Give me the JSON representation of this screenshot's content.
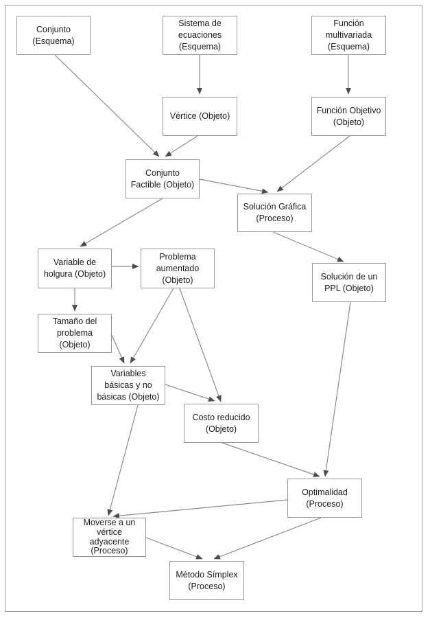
{
  "diagram": {
    "colors": {
      "background": "#ffffff",
      "frame_border": "#969696",
      "box_fill": "#ffffff",
      "box_border": "#979797",
      "connector": "#8a8a8a",
      "arrowhead": "#4d4d4d",
      "text": "#1c1c1c"
    },
    "nodes": {
      "conjunto": {
        "label": "Conjunto\n(Esquema)"
      },
      "sistema_ecuaciones": {
        "label": "Sistema de\necuaciones\n(Esquema)"
      },
      "funcion_multivariada": {
        "label": "Función\nmultivariada\n(Esquema)"
      },
      "vertice": {
        "label": "Vértice (Objeto)"
      },
      "funcion_objetivo": {
        "label": "Función Objetivo\n(Objeto)"
      },
      "conjunto_factible": {
        "label": "Conjunto\nFactible (Objeto)"
      },
      "solucion_grafica": {
        "label": "Solución Gráfica\n(Proceso)"
      },
      "variable_holgura": {
        "label": "Variable de\nholgura (Objeto)"
      },
      "problema_aumentado": {
        "label": "Problema\naumentado\n(Objeto)"
      },
      "tamano_problema": {
        "label": "Tamaño del\nproblema\n(Objeto)"
      },
      "variables_basicas": {
        "label": "Variables\nbásicas y no\nbásicas (Objeto)"
      },
      "costo_reducido": {
        "label": "Costo reducido\n(Objeto)"
      },
      "solucion_ppl": {
        "label": "Solución de un\nPPL (Objeto)"
      },
      "optimalidad": {
        "label": "Optimalidad\n(Proceso)"
      },
      "moverse_vertice": {
        "label": "Moverse a un\nvértice\nadyacente\n(Proceso)"
      },
      "metodo_simplex": {
        "label": "Método Símplex\n(Proceso)"
      }
    },
    "edges": [
      {
        "from": "conjunto",
        "to": "conjunto_factible"
      },
      {
        "from": "vertice",
        "to": "conjunto_factible"
      },
      {
        "from": "sistema_ecuaciones",
        "to": "vertice"
      },
      {
        "from": "funcion_multivariada",
        "to": "funcion_objetivo"
      },
      {
        "from": "funcion_objetivo",
        "to": "solucion_grafica"
      },
      {
        "from": "conjunto_factible",
        "to": "solucion_grafica"
      },
      {
        "from": "conjunto_factible",
        "to": "variable_holgura"
      },
      {
        "from": "variable_holgura",
        "to": "problema_aumentado"
      },
      {
        "from": "variable_holgura",
        "to": "tamano_problema"
      },
      {
        "from": "tamano_problema",
        "to": "variables_basicas"
      },
      {
        "from": "problema_aumentado",
        "to": "variables_basicas"
      },
      {
        "from": "problema_aumentado",
        "to": "costo_reducido"
      },
      {
        "from": "variables_basicas",
        "to": "costo_reducido"
      },
      {
        "from": "solucion_grafica",
        "to": "solucion_ppl"
      },
      {
        "from": "solucion_ppl",
        "to": "optimalidad"
      },
      {
        "from": "costo_reducido",
        "to": "optimalidad"
      },
      {
        "from": "optimalidad",
        "to": "moverse_vertice"
      },
      {
        "from": "variables_basicas",
        "to": "moverse_vertice"
      },
      {
        "from": "moverse_vertice",
        "to": "metodo_simplex"
      },
      {
        "from": "optimalidad",
        "to": "metodo_simplex"
      }
    ]
  }
}
